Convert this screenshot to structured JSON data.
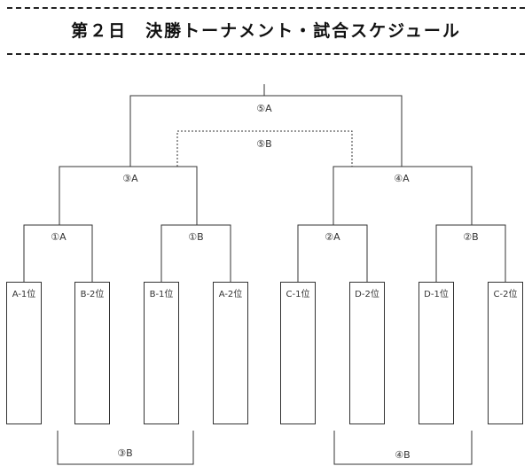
{
  "title": "第２日　決勝トーナメント・試合スケジュール",
  "matches": {
    "m1A": "①A",
    "m1B": "①B",
    "m2A": "②A",
    "m2B": "②B",
    "m3A": "③A",
    "m4A": "④A",
    "m5A": "⑤A",
    "m5B": "⑤B",
    "m3B": "③B",
    "m4B": "④B"
  },
  "teams": [
    "A-1位",
    "B-2位",
    "B-1位",
    "A-2位",
    "C-1位",
    "D-2位",
    "D-1位",
    "C-2位"
  ]
}
